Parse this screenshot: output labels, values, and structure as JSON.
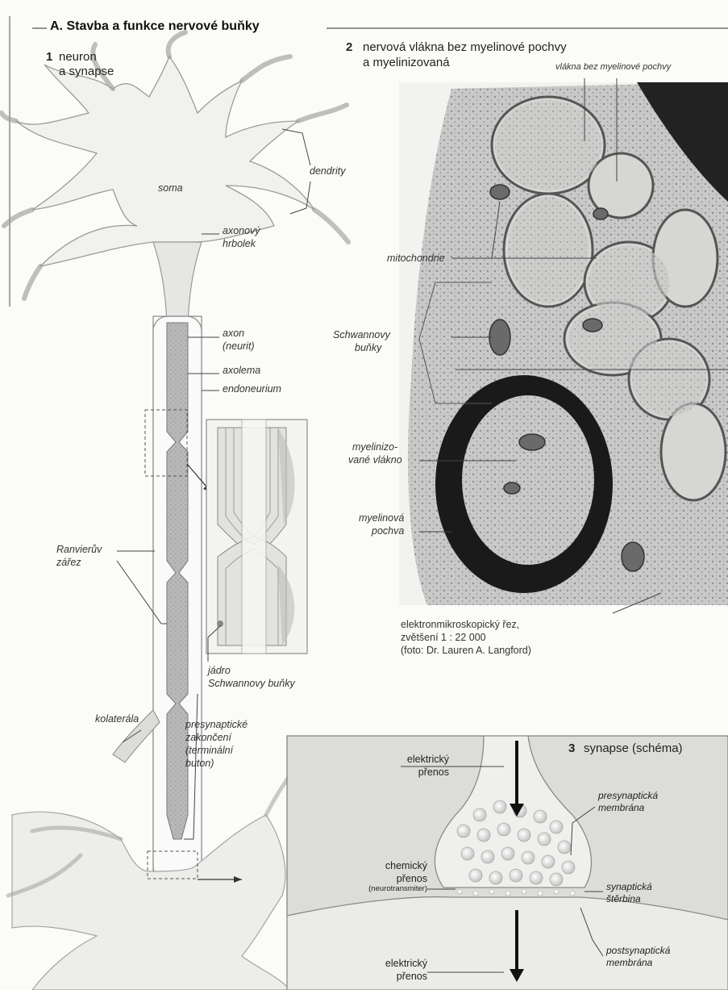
{
  "section_title": "A. Stavba a funkce nervové buňky",
  "panel1": {
    "number": "1",
    "title_line1": "neuron",
    "title_line2": "a synapse",
    "labels": {
      "soma": "soma",
      "dendrity": "dendrity",
      "axonovy_line1": "axonový",
      "axonovy_line2": "hrbolek",
      "axon_line1": "axon",
      "axon_line2": "(neurit)",
      "axolema": "axolema",
      "endoneurium": "endoneurium",
      "ranvier_line1": "Ranvierův",
      "ranvier_line2": "zářez",
      "jadro_line1": "jádro",
      "jadro_line2": "Schwannovy buňky",
      "kolateral": "kolaterála",
      "presyn_line1": "presynaptické",
      "presyn_line2": "zakončení",
      "presyn_line3": "(terminální",
      "presyn_line4": "buton)"
    }
  },
  "panel2": {
    "number": "2",
    "title_line1": "nervová vlákna bez myelinové pochvy",
    "title_line2": "a myelinizovaná",
    "labels": {
      "vlakna_bez": "vlákna bez myelinové pochvy",
      "mitochondrie": "mitochondrie",
      "schwann_line1": "Schwannovy",
      "schwann_line2": "buňky",
      "myelin_line1": "myelinizo-",
      "myelin_line2": "vané vlákno",
      "pochva_line1": "myelinová",
      "pochva_line2": "pochva"
    },
    "caption_line1": "elektronmikroskopický řez,",
    "caption_line2": "zvětšení 1 : 22 000",
    "caption_line3": "(foto: Dr. Lauren A. Langford)"
  },
  "panel3": {
    "number": "3",
    "title": "synapse (schéma)",
    "labels": {
      "el1_line1": "elektrický",
      "el1_line2": "přenos",
      "chem_line1": "chemický",
      "chem_line2": "přenos",
      "chem_line3": "(neurotransmiter)",
      "el2_line1": "elektrický",
      "el2_line2": "přenos",
      "presyn_mem_line1": "presynaptická",
      "presyn_mem_line2": "membrána",
      "cleft_line1": "synaptická",
      "cleft_line2": "štěrbina",
      "postsyn_mem_line1": "postsynaptická",
      "postsyn_mem_line2": "membrána"
    }
  }
}
